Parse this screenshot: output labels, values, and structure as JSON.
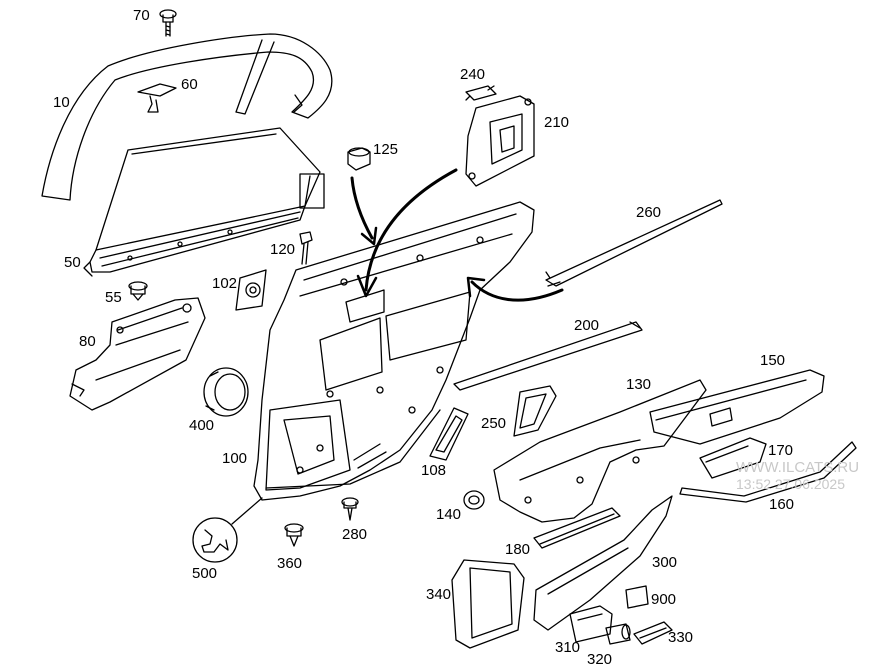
{
  "diagram": {
    "type": "exploded-parts-diagram",
    "parts": [
      {
        "id": "70",
        "label": "70",
        "icon": "screw-icon"
      },
      {
        "id": "60",
        "label": "60",
        "icon": "clip-icon"
      },
      {
        "id": "10",
        "label": "10",
        "icon": "window-frame-icon"
      },
      {
        "id": "50",
        "label": "50",
        "icon": "window-regulator-icon"
      },
      {
        "id": "55",
        "label": "55",
        "icon": "screw-icon"
      },
      {
        "id": "80",
        "label": "80",
        "icon": "inner-panel-icon"
      },
      {
        "id": "102",
        "label": "102",
        "icon": "bracket-icon"
      },
      {
        "id": "120",
        "label": "120",
        "icon": "pin-icon"
      },
      {
        "id": "125",
        "label": "125",
        "icon": "bushing-icon"
      },
      {
        "id": "240",
        "label": "240",
        "icon": "clip-icon"
      },
      {
        "id": "210",
        "label": "210",
        "icon": "lock-module-icon"
      },
      {
        "id": "260",
        "label": "260",
        "icon": "weatherstrip-icon"
      },
      {
        "id": "200",
        "label": "200",
        "icon": "trim-strip-icon"
      },
      {
        "id": "150",
        "label": "150",
        "icon": "armrest-icon"
      },
      {
        "id": "130",
        "label": "130",
        "icon": "door-trim-icon"
      },
      {
        "id": "170",
        "label": "170",
        "icon": "handle-bracket-icon"
      },
      {
        "id": "160",
        "label": "160",
        "icon": "trim-strip-icon"
      },
      {
        "id": "250",
        "label": "250",
        "icon": "handle-frame-icon"
      },
      {
        "id": "108",
        "label": "108",
        "icon": "bezel-icon"
      },
      {
        "id": "400",
        "label": "400",
        "icon": "speaker-ring-icon"
      },
      {
        "id": "100",
        "label": "100",
        "icon": "door-shell-icon"
      },
      {
        "id": "140",
        "label": "140",
        "icon": "grommet-icon"
      },
      {
        "id": "280",
        "label": "280",
        "icon": "screw-icon"
      },
      {
        "id": "500",
        "label": "500",
        "icon": "wrench-icon"
      },
      {
        "id": "360",
        "label": "360",
        "icon": "screw-icon"
      },
      {
        "id": "180",
        "label": "180",
        "icon": "trim-panel-icon"
      },
      {
        "id": "300",
        "label": "300",
        "icon": "lower-trim-icon"
      },
      {
        "id": "340",
        "label": "340",
        "icon": "reflector-frame-icon"
      },
      {
        "id": "900",
        "label": "900",
        "icon": "switch-icon"
      },
      {
        "id": "310",
        "label": "310",
        "icon": "switch-housing-icon"
      },
      {
        "id": "320",
        "label": "320",
        "icon": "bulb-icon"
      },
      {
        "id": "330",
        "label": "330",
        "icon": "lamp-icon"
      }
    ]
  },
  "watermark": {
    "site": "WWW.ILCATS.RU",
    "timestamp": "13:52 27.06.2025",
    "color": "#c8c8c8"
  },
  "colors": {
    "line": "#000000",
    "background": "#ffffff"
  }
}
